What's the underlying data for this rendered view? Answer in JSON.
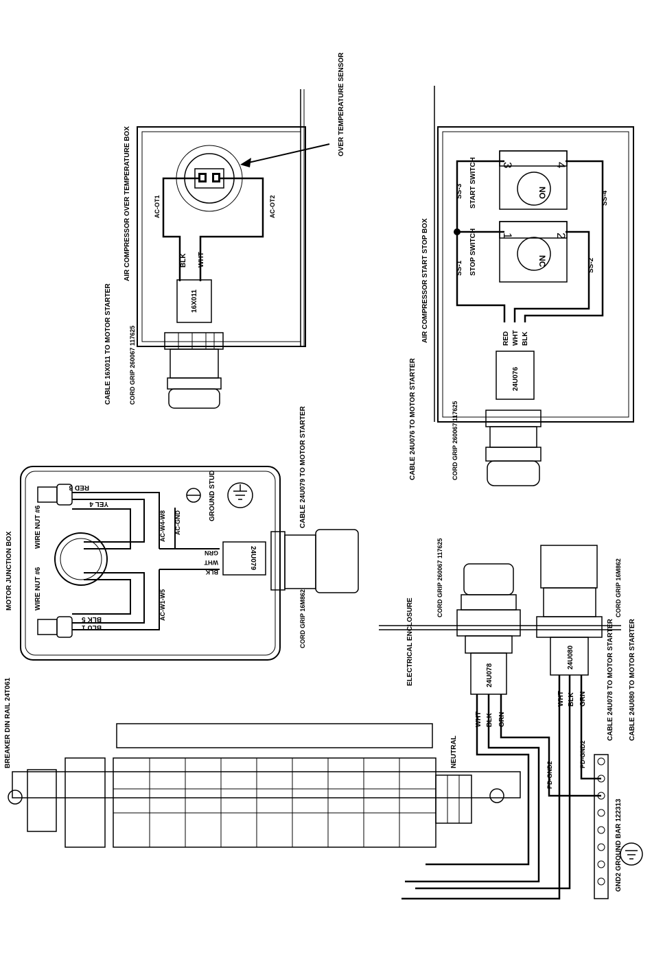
{
  "overtemp_box": {
    "title": "AIR COMPRESSOR OVER TEMPERATURE BOX",
    "sensor": "OVER TEMPERATURE SENSOR",
    "wire_ot1": "AC-OT1",
    "wire_ot2": "AC-OT2",
    "blk": "BLK",
    "wht": "WHT",
    "cable_id": "16X011",
    "cable_label": "CABLE 16X011 TO MOTOR STARTER",
    "grip_label": "CORD GRIP 260067 117625"
  },
  "start_stop_box": {
    "title": "AIR COMPRESSOR START STOP BOX",
    "ss1": "SS-1",
    "ss2": "SS-2",
    "ss3": "SS-3",
    "ss4": "SS-4",
    "start_switch": "START SWITCH",
    "stop_switch": "STOP SWITCH",
    "red": "RED",
    "wht": "WHT",
    "blk": "BLK",
    "cable_id": "24U076",
    "cable_label": "CABLE 24U076 TO MOTOR STARTER",
    "grip_label": "CORD GRIP 260067 117625",
    "no_label": "NO",
    "nc_label": "NC",
    "terminals": [
      "1",
      "2",
      "3",
      "4"
    ]
  },
  "motor_junction_box": {
    "title": "MOTOR JUNCTION BOX",
    "wire_nut_top": "WIRE NUT #6",
    "wire_nut_bottom": "WIRE NUT #6",
    "red8": "RED 8",
    "yel4": "YEL 4",
    "blk5": "BLK 5",
    "blu1": "BLU 1",
    "ac_w4_w8": "AC-W4-W8",
    "ac_gnd": "AC-GND",
    "ac_w1_w5": "AC-W1-W5",
    "ground_stud": "GROUND STUD",
    "grn": "GRN",
    "wht": "WHT",
    "blk": "BLK",
    "cable_id": "24U079",
    "cable_label": "CABLE 24U079 TO MOTOR STARTER",
    "grip_label": "CORD GRIP 16M862"
  },
  "enclosure": {
    "breaker_rail": "BREAKER DIN RAIL 24T061",
    "electrical_enclosure": "ELECTRICAL ENCLOSURE",
    "neutral": "NEUTRAL",
    "grip_a": "CORD GRIP 260067 117625",
    "grip_b": "CORD GRIP 16M862",
    "cable_a_id": "24U078",
    "cable_b_id": "24U080",
    "wht": "WHT",
    "blk": "BLK",
    "grn": "GRN",
    "pd_gnd2_a": "PD-GND2",
    "pd_gnd2_b": "PD-GND2",
    "cable_a_label": "CABLE 24U078 TO MOTOR STARTER",
    "cable_b_label": "CABLE 24U080 TO MOTOR STARTER",
    "ground_bar": "GND2 GROUND BAR 122313"
  }
}
